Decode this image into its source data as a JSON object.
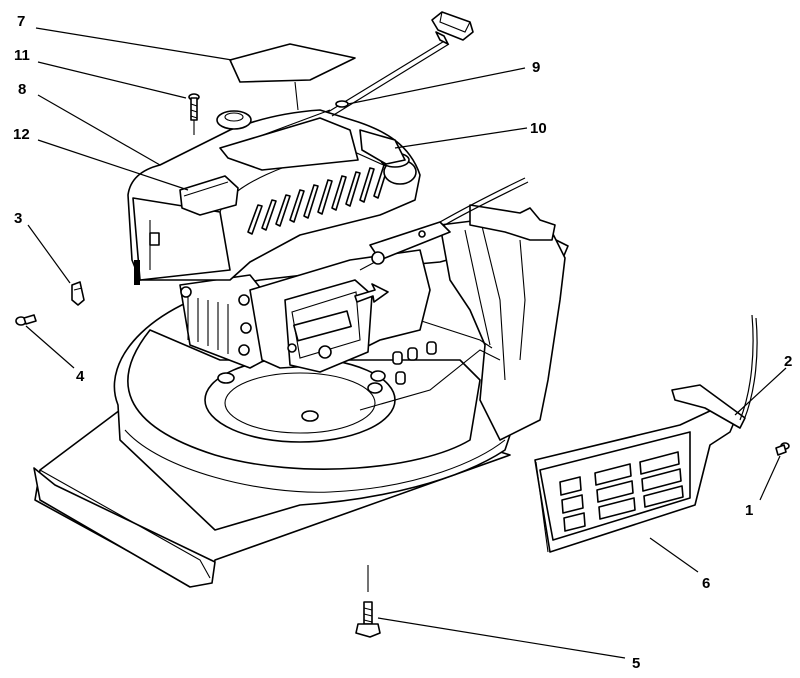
{
  "callouts": [
    {
      "id": "1",
      "label": "1"
    },
    {
      "id": "2",
      "label": "2"
    },
    {
      "id": "3",
      "label": "3"
    },
    {
      "id": "4",
      "label": "4"
    },
    {
      "id": "5",
      "label": "5"
    },
    {
      "id": "6",
      "label": "6"
    },
    {
      "id": "7",
      "label": "7"
    },
    {
      "id": "8",
      "label": "8"
    },
    {
      "id": "9",
      "label": "9"
    },
    {
      "id": "10",
      "label": "10"
    },
    {
      "id": "11",
      "label": "11"
    },
    {
      "id": "12",
      "label": "12"
    }
  ],
  "colors": {
    "line": "#000000",
    "background": "#ffffff",
    "fill": "#ffffff"
  }
}
